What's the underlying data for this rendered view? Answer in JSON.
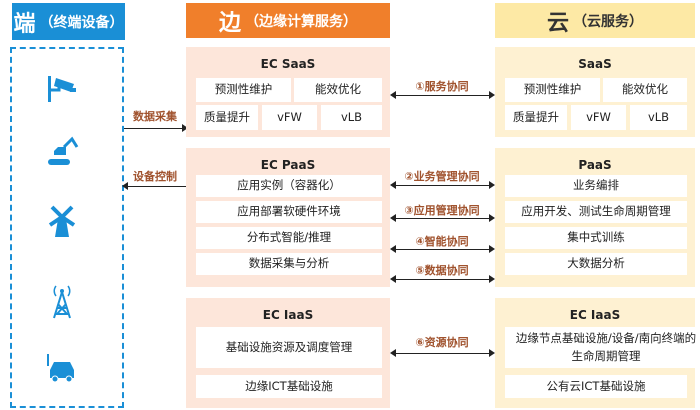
{
  "columns": {
    "device": {
      "big": "端",
      "sub": "（终端设备）",
      "color": "#1a8fd6"
    },
    "edge": {
      "big": "边",
      "sub": "（边缘计算服务）",
      "color": "#f07f2b"
    },
    "cloud": {
      "big": "云",
      "sub": "（云服务）",
      "color": "#fde9a5"
    }
  },
  "devices": [
    "camera-icon",
    "excavator-icon",
    "windmill-icon",
    "cell-tower-icon",
    "electric-car-icon"
  ],
  "left_links": {
    "collect": "数据采集",
    "control": "设备控制"
  },
  "edge": {
    "saas": {
      "title": "EC SaaS",
      "items": [
        "预测性维护",
        "能效优化",
        "质量提升",
        "vFW",
        "vLB"
      ]
    },
    "paas": {
      "title": "EC PaaS",
      "items": [
        "应用实例（容器化）",
        "应用部署软硬件环境",
        "分布式智能/推理",
        "数据采集与分析"
      ]
    },
    "iaas": {
      "title": "EC IaaS",
      "items": [
        "基础设施资源及调度管理",
        "边缘ICT基础设施"
      ]
    }
  },
  "cloud": {
    "saas": {
      "title": "SaaS",
      "items": [
        "预测性维护",
        "能效优化",
        "质量提升",
        "vFW",
        "vLB"
      ]
    },
    "paas": {
      "title": "PaaS",
      "items": [
        "业务编排",
        "应用开发、测试生命周期管理",
        "集中式训练",
        "大数据分析"
      ]
    },
    "iaas": {
      "title": "EC IaaS",
      "items": [
        "边缘节点基础设施/设备/南向终端的生命周期管理",
        "公有云ICT基础设施"
      ]
    }
  },
  "collab": [
    "①服务协同",
    "②业务管理协同",
    "③应用管理协同",
    "④智能协同",
    "⑤数据协同",
    "⑥资源协同"
  ]
}
